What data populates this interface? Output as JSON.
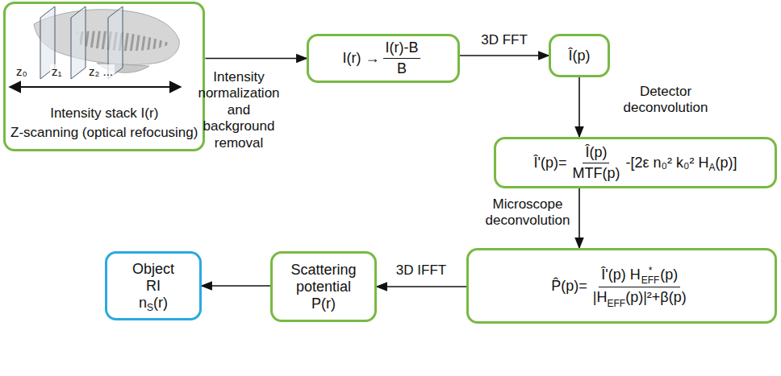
{
  "diagram": {
    "nodes": [
      {
        "text": [
          "Intensity stack I(r)",
          "Z-scanning (optical refocusing)"
        ]
      },
      {
        "text": [
          "I(r) →",
          "I(r)-B",
          "B"
        ]
      },
      {
        "text": [
          "Î(p)"
        ]
      },
      {
        "text": [
          "Î'(p)=",
          "Î(p)",
          "MTF(p)",
          "-[2ε n₀² k₀² H",
          "A",
          "(p)]"
        ]
      },
      {
        "text": [
          "P̂(p)=",
          "Î'(p) H",
          "*",
          "EFF",
          "(p)",
          "|H",
          "EFF",
          "(p)|²+β(p)"
        ]
      },
      {
        "text": [
          "Scattering potential",
          "P(r)"
        ]
      },
      {
        "text": [
          "Object RI",
          "n",
          "S",
          "(r)"
        ]
      }
    ],
    "edges": [
      {
        "from": 0,
        "to": 1,
        "arrow": "to",
        "label": "Intensity normalization and background removal"
      },
      {
        "from": 1,
        "to": 2,
        "arrow": "to",
        "label": "3D FFT"
      },
      {
        "from": 2,
        "to": 3,
        "arrow": "to",
        "label": "Detector deconvolution"
      },
      {
        "from": 3,
        "to": 4,
        "arrow": "to",
        "label": "Microscope deconvolution"
      },
      {
        "from": 4,
        "to": 5,
        "arrow": "to",
        "label": "3D IFFT"
      },
      {
        "from": 5,
        "to": 6,
        "arrow": "to"
      }
    ],
    "labels": [
      "z₀",
      "z₁",
      "z₂ ..."
    ]
  }
}
